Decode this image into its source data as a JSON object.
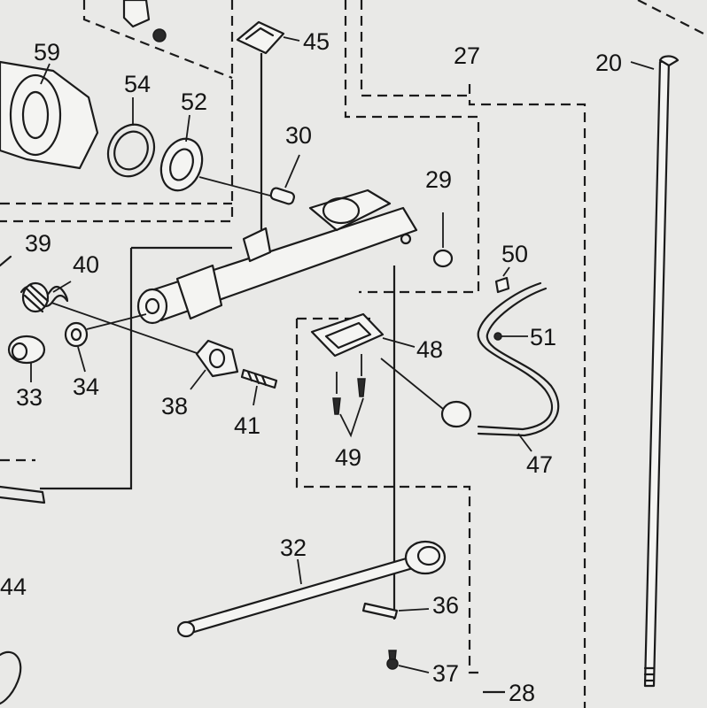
{
  "diagram": {
    "callouts": {
      "c20": "20",
      "c27": "27",
      "c28": "28",
      "c29": "29",
      "c30": "30",
      "c32": "32",
      "c33": "33",
      "c34": "34",
      "c36": "36",
      "c37": "37",
      "c38": "38",
      "c39": "39",
      "c40": "40",
      "c41": "41",
      "c44": "44",
      "c45": "45",
      "c47": "47",
      "c48": "48",
      "c49": "49",
      "c50": "50",
      "c51": "51",
      "c52": "52",
      "c54": "54",
      "c59": "59"
    }
  }
}
